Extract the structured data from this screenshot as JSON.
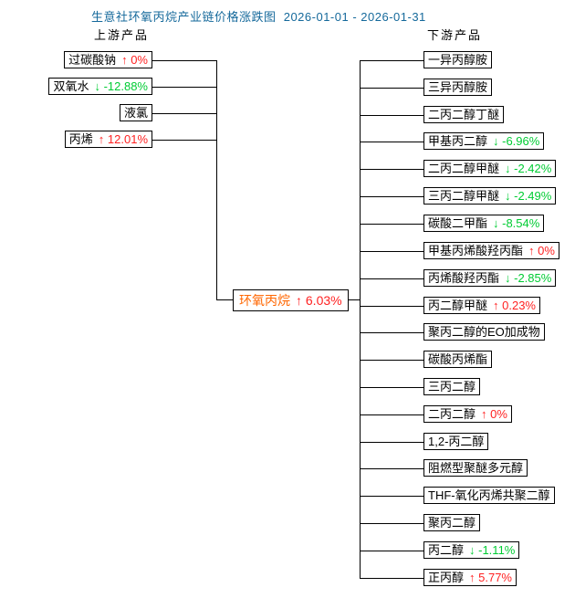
{
  "title": "生意社环氧丙烷产业链价格涨跌图  2026-01-01 - 2026-01-31",
  "upstream_label": "上游产品",
  "downstream_label": "下游产品",
  "center": {
    "name": "环氧丙烷",
    "chg": "↑ 6.03%",
    "direction": "up"
  },
  "upstream": [
    {
      "name": "过碳酸钠",
      "chg": "↑ 0%",
      "direction": "up"
    },
    {
      "name": "双氧水",
      "chg": "↓ -12.88%",
      "direction": "down"
    },
    {
      "name": "液氯"
    },
    {
      "name": "丙烯",
      "chg": "↑ 12.01%",
      "direction": "up"
    }
  ],
  "downstream": [
    {
      "name": "一异丙醇胺"
    },
    {
      "name": "三异丙醇胺"
    },
    {
      "name": "二丙二醇丁醚"
    },
    {
      "name": "甲基丙二醇",
      "chg": "↓ -6.96%",
      "direction": "down"
    },
    {
      "name": "二丙二醇甲醚",
      "chg": "↓ -2.42%",
      "direction": "down"
    },
    {
      "name": "三丙二醇甲醚",
      "chg": "↓ -2.49%",
      "direction": "down"
    },
    {
      "name": "碳酸二甲酯",
      "chg": "↓ -8.54%",
      "direction": "down"
    },
    {
      "name": "甲基丙烯酸羟丙酯",
      "chg": "↑ 0%",
      "direction": "up"
    },
    {
      "name": "丙烯酸羟丙酯",
      "chg": "↓ -2.85%",
      "direction": "down"
    },
    {
      "name": "丙二醇甲醚",
      "chg": "↑ 0.23%",
      "direction": "up"
    },
    {
      "name": "聚丙二醇的EO加成物"
    },
    {
      "name": "碳酸丙烯酯"
    },
    {
      "name": "三丙二醇"
    },
    {
      "name": "二丙二醇",
      "chg": "↑ 0%",
      "direction": "up"
    },
    {
      "name": "1,2-丙二醇"
    },
    {
      "name": "阻燃型聚醚多元醇"
    },
    {
      "name": "THF-氧化丙烯共聚二醇"
    },
    {
      "name": "聚丙二醇"
    },
    {
      "name": "丙二醇",
      "chg": "↓ -1.11%",
      "direction": "down"
    },
    {
      "name": "正丙醇",
      "chg": "↑ 5.77%",
      "direction": "up"
    }
  ],
  "colors": {
    "up": "#ff2222",
    "down": "#00cc33",
    "title": "#15699b",
    "center_name": "#ff6600",
    "line": "#000000",
    "node_border": "#000000",
    "background": "#ffffff"
  }
}
